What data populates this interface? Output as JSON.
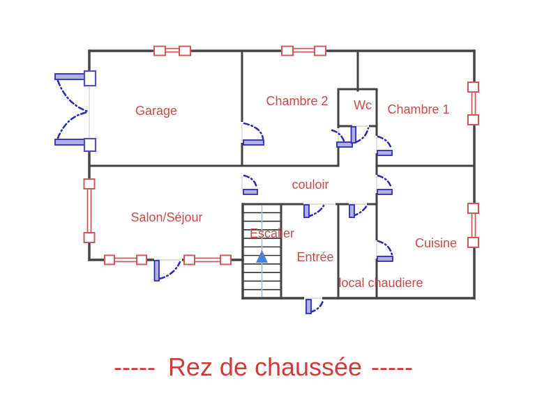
{
  "caption": {
    "left_dashes": "-----",
    "title": "Rez de chaussée",
    "right_dashes": "-----"
  },
  "rooms": [
    {
      "name": "garage",
      "label": "Garage"
    },
    {
      "name": "chambre-2",
      "label": "Chambre 2"
    },
    {
      "name": "wc",
      "label": "Wc"
    },
    {
      "name": "chambre-1",
      "label": "Chambre 1"
    },
    {
      "name": "couloir",
      "label": "couloir"
    },
    {
      "name": "salon-sejour",
      "label": "Salon/Séjour"
    },
    {
      "name": "escalier",
      "label": "Escalier"
    },
    {
      "name": "entree",
      "label": "Entrée"
    },
    {
      "name": "local-chaudiere",
      "label": "local chaudiere"
    },
    {
      "name": "cuisine",
      "label": "Cuisine"
    }
  ],
  "symbols": {
    "windows": [
      "garage-top",
      "chambre2-top",
      "chambre1-right",
      "cuisine-right",
      "salon-left",
      "salon-bottom-west",
      "salon-bottom-east"
    ],
    "doors": [
      "garage-exterior-double",
      "garage-to-chambre2",
      "salon-to-couloir",
      "chambre2",
      "wc",
      "chambre1",
      "cuisine",
      "chaudiere-to-cuisine",
      "couloir-to-entree",
      "couloir-to-chaudiere",
      "front-entrance",
      "salon-terrace"
    ],
    "stairs": {
      "treads": 11,
      "direction_arrow": "up"
    }
  },
  "colors": {
    "bg": "#ffffff",
    "wall": "#424242",
    "label_red": "#c84a4a",
    "caption_red": "#d13a3a",
    "window_red": "#cd5a5a",
    "door_blue": "#2b2bb4",
    "door_leaf_fill": "#b0b0e6",
    "post_blue": "#5050c8",
    "stair_line": "#9fc0e4",
    "stair_arrow": "#4a7ed8",
    "tread": "#303030",
    "opening_gray": "#d6d6d6"
  }
}
